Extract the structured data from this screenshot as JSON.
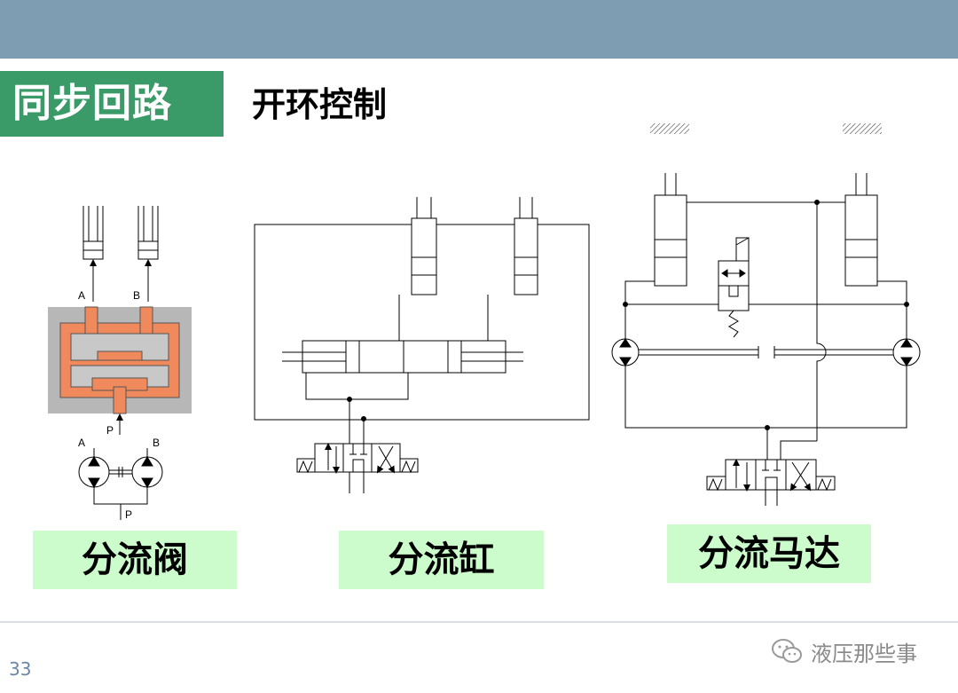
{
  "header": {
    "title": "同步回路",
    "subtitle": "开环控制"
  },
  "labels": {
    "valve": "分流阀",
    "cylinder": "分流缸",
    "motor": "分流马达"
  },
  "ports": {
    "A": "A",
    "B": "B",
    "P": "P"
  },
  "footer": {
    "page_number": "33",
    "watermark": "液压那些事"
  }
}
